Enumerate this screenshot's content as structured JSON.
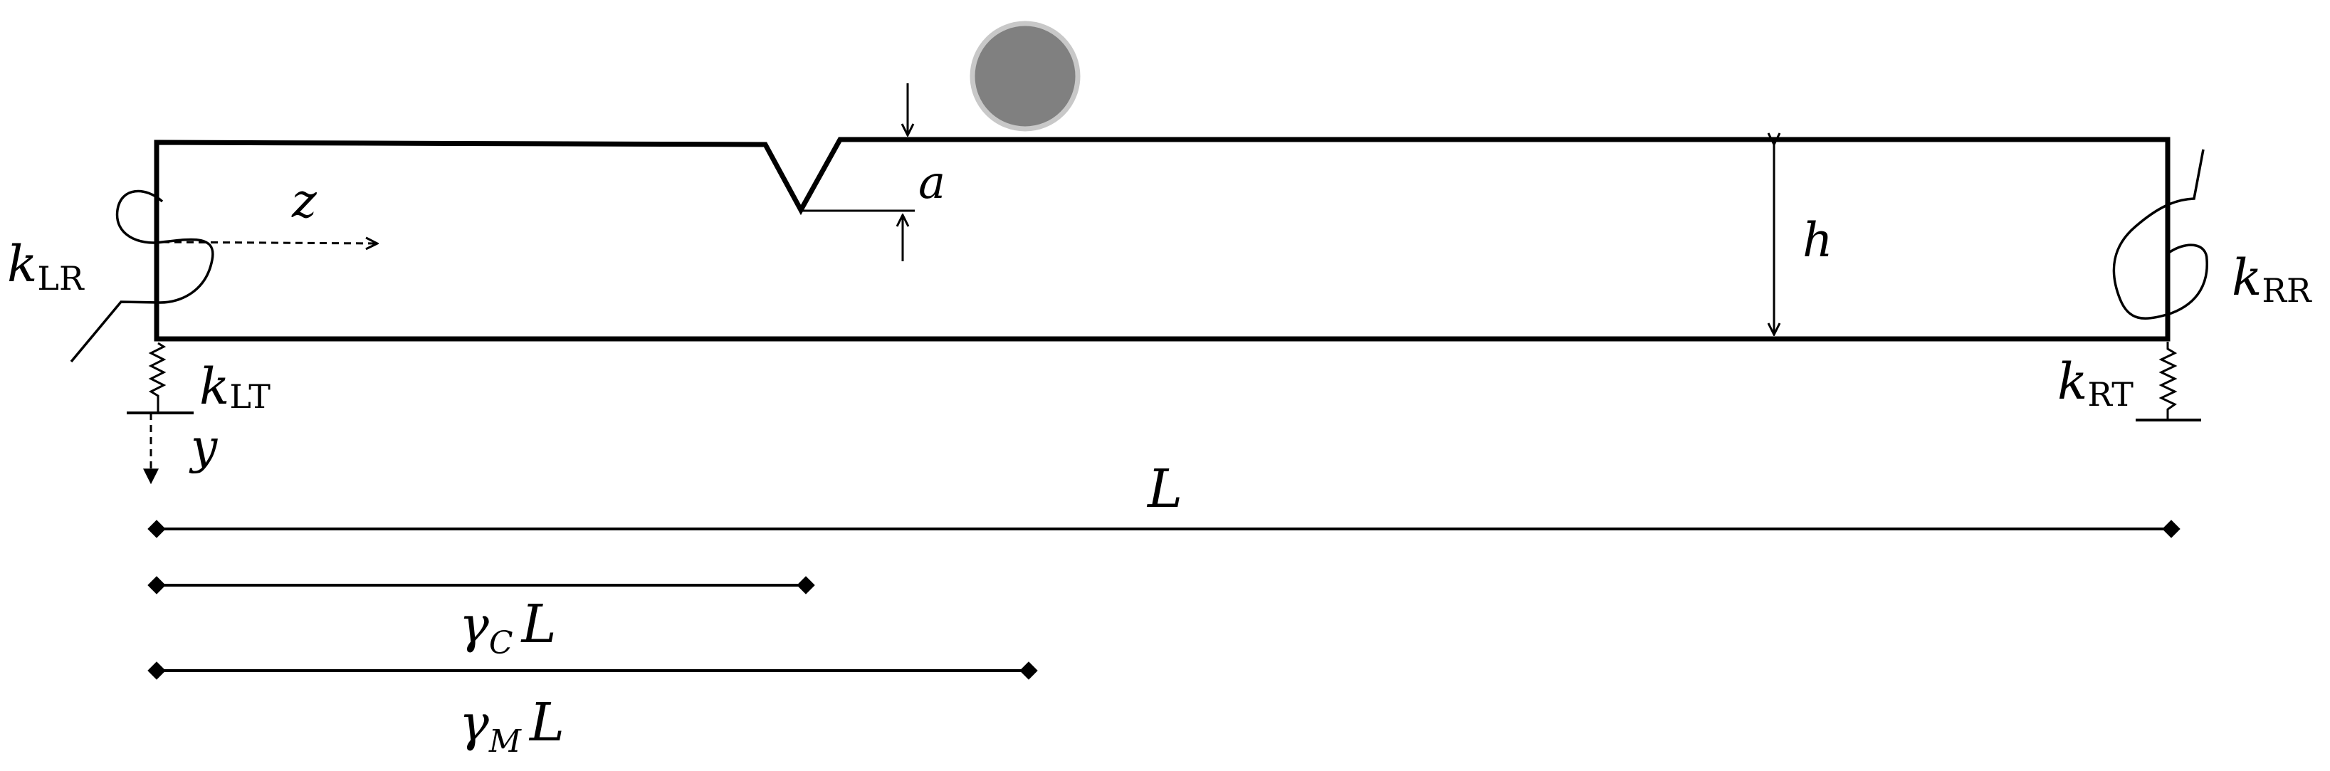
{
  "labels": {
    "notch_depth": "a",
    "height": "h",
    "length": "L",
    "z_axis": "z",
    "y_axis": "y",
    "k_main": "k",
    "klr_sub": "LR",
    "klt_sub": "LT",
    "krr_sub": "RR",
    "krt_sub": "RT",
    "gamma": "γ",
    "gamma_c_sub": "C",
    "gamma_m_sub": "M"
  },
  "colors": {
    "line": "#000000",
    "mass_fill": "#808080",
    "mass_stroke": "#c8c8c8"
  }
}
